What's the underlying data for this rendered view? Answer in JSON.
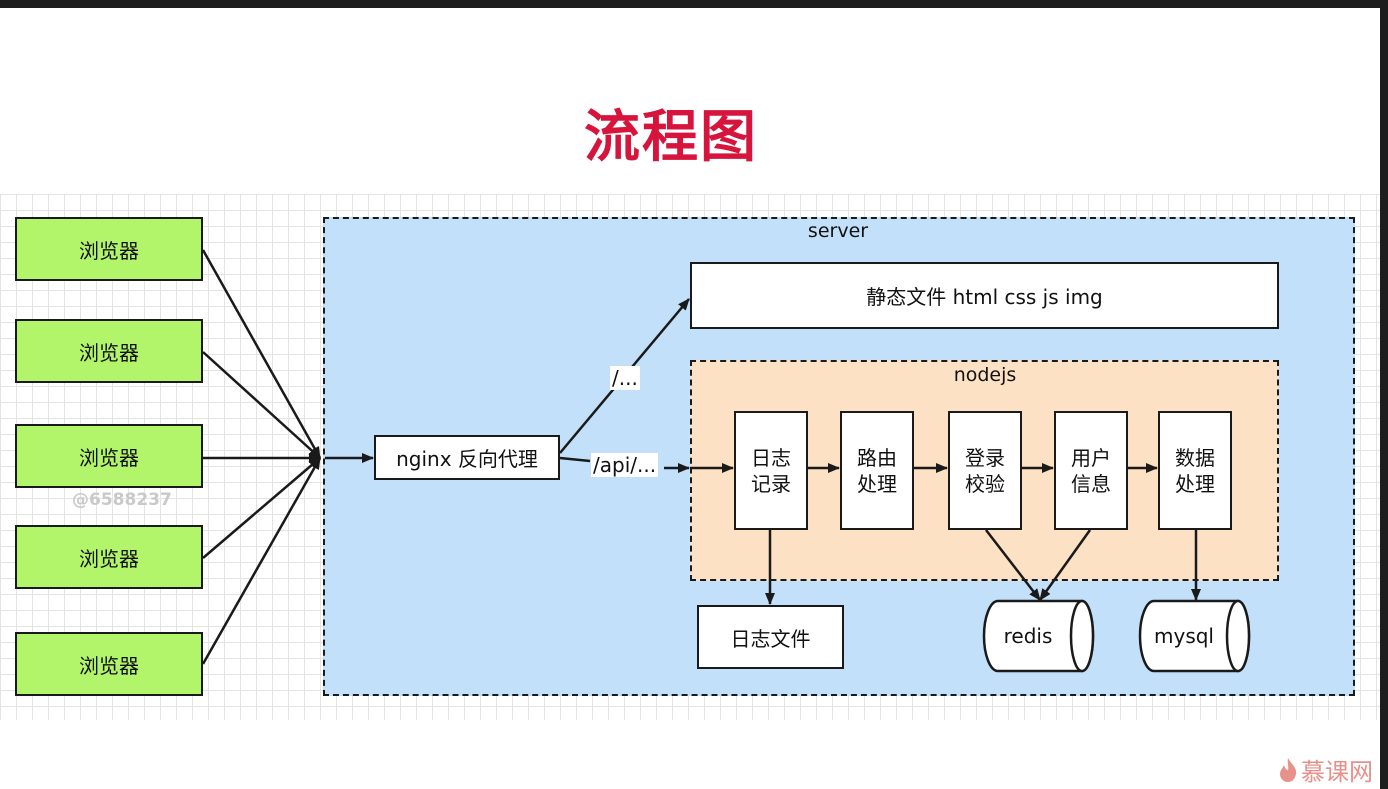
{
  "title": "流程图",
  "browsers": [
    "浏览器",
    "浏览器",
    "浏览器",
    "浏览器",
    "浏览器"
  ],
  "server_label": "server",
  "static_box": "静态文件 html css js img",
  "nodejs_label": "nodejs",
  "nginx": "nginx 反向代理",
  "routes": {
    "static": "/...",
    "api": "/api/..."
  },
  "steps": [
    {
      "line1": "日志",
      "line2": "记录"
    },
    {
      "line1": "路由",
      "line2": "处理"
    },
    {
      "line1": "登录",
      "line2": "校验"
    },
    {
      "line1": "用户",
      "line2": "信息"
    },
    {
      "line1": "数据",
      "line2": "处理"
    }
  ],
  "log_file": "日志文件",
  "databases": {
    "redis": "redis",
    "mysql": "mysql"
  },
  "watermark": "@6588237",
  "brand": {
    "name": "慕课网",
    "icon": "flame-icon"
  },
  "colors": {
    "title": "#d7143c",
    "browser_fill": "#b2f46a",
    "server_fill": "#c2e0fa",
    "nodejs_fill": "#fce1c4",
    "brand": "#e8908a"
  }
}
